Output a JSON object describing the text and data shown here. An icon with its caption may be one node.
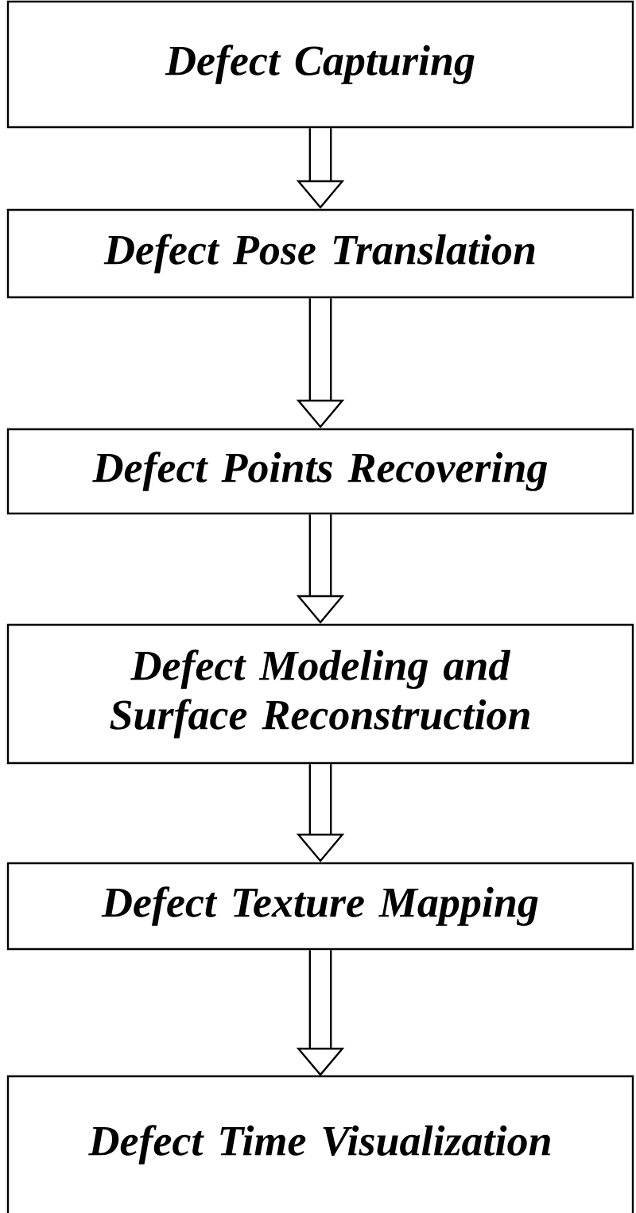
{
  "diagram": {
    "nodes": [
      {
        "text": [
          "Defect Capturing"
        ]
      },
      {
        "text": [
          "Defect Pose Translation"
        ]
      },
      {
        "text": [
          "Defect Points Recovering"
        ]
      },
      {
        "text": [
          "Defect Modeling and Surface Reconstruction"
        ]
      },
      {
        "text": [
          "Defect Texture Mapping"
        ]
      },
      {
        "text": [
          "Defect Time Visualization"
        ]
      }
    ],
    "edges": [
      {
        "from": 0,
        "to": 1,
        "arrow": "to"
      },
      {
        "from": 1,
        "to": 2,
        "arrow": "to"
      },
      {
        "from": 2,
        "to": 3,
        "arrow": "to"
      },
      {
        "from": 3,
        "to": 4,
        "arrow": "to"
      },
      {
        "from": 4,
        "to": 5,
        "arrow": "to"
      }
    ]
  }
}
